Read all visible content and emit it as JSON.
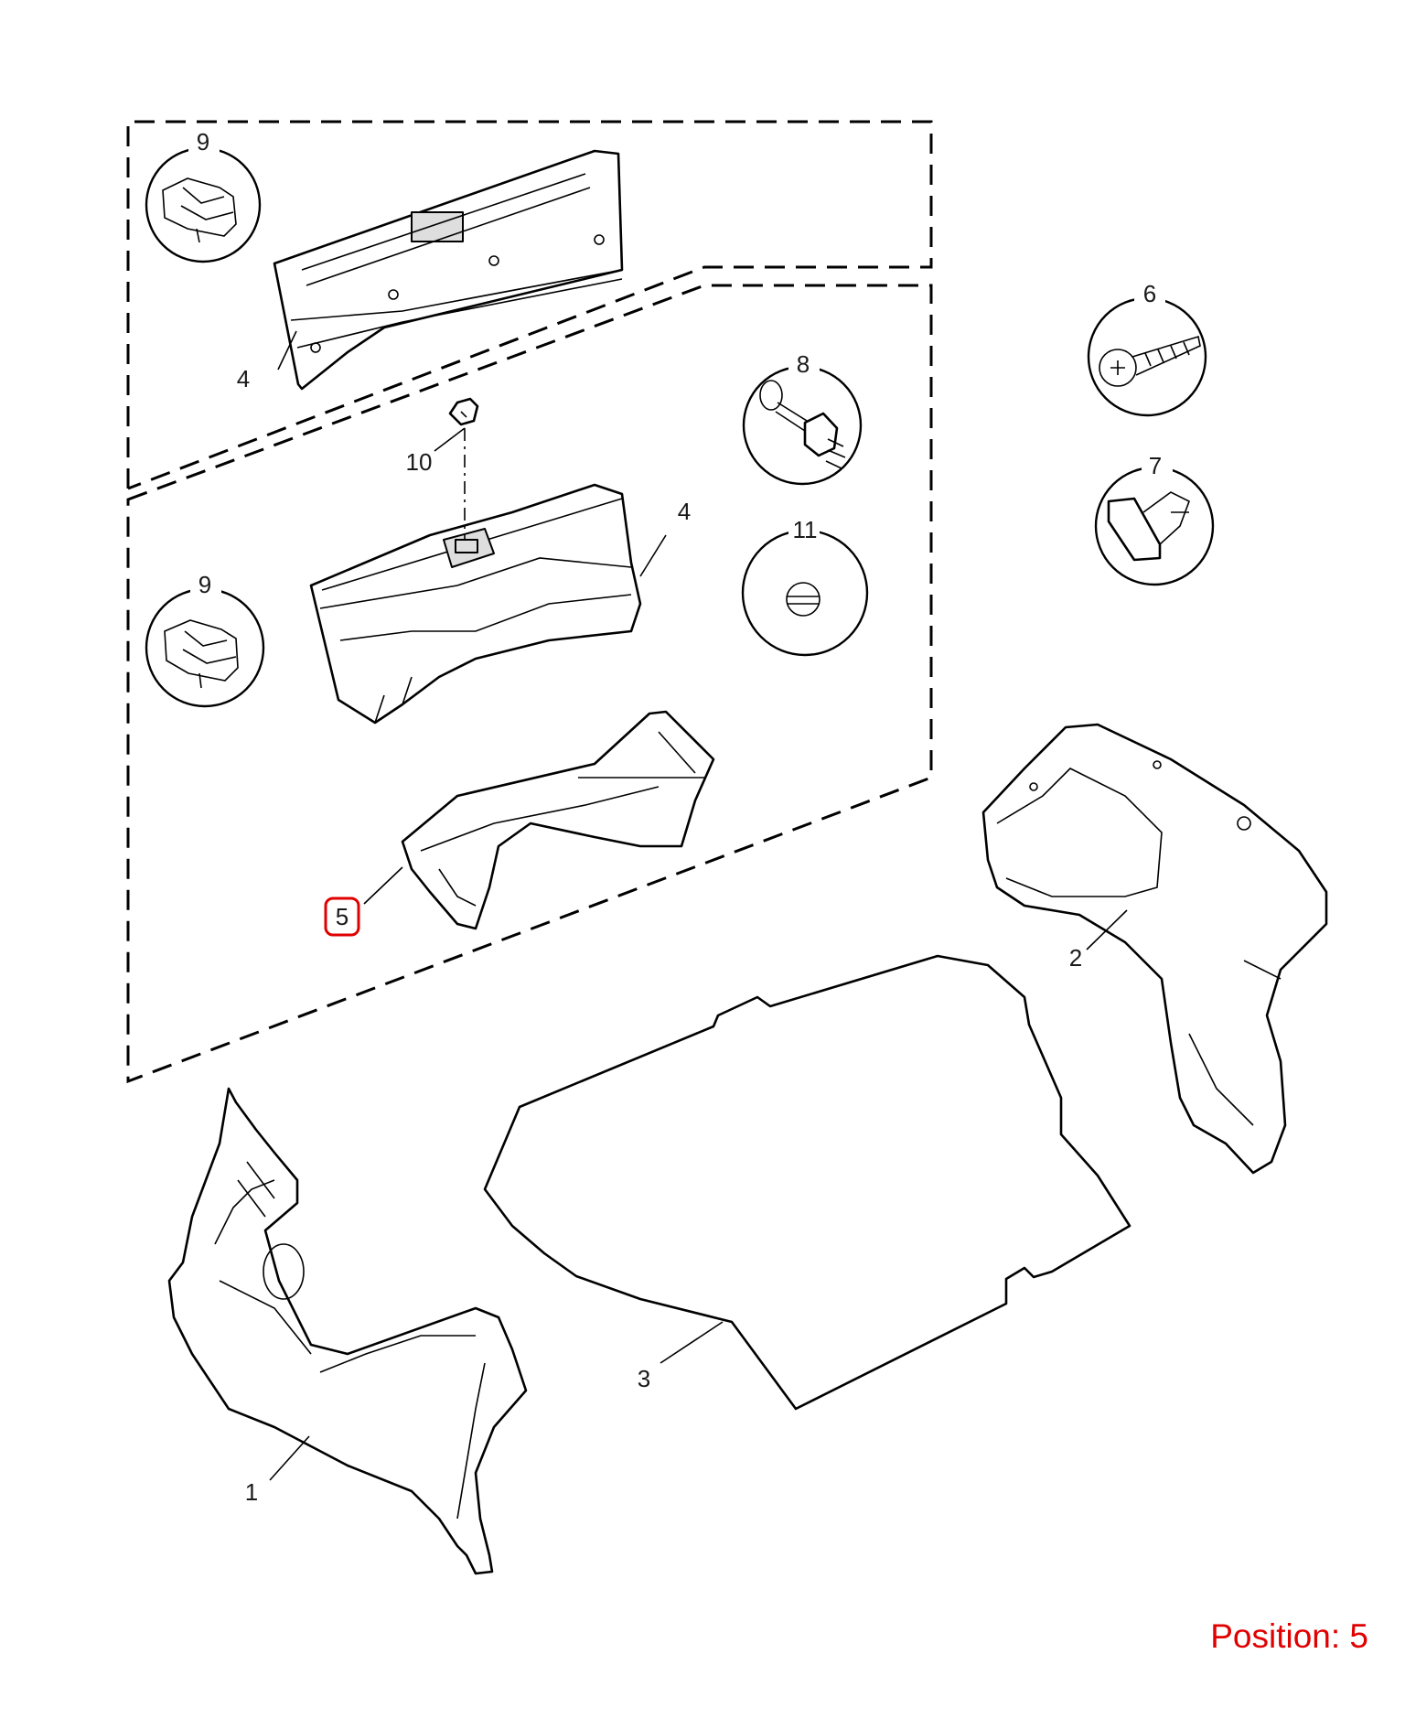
{
  "callouts": {
    "c9_top": "9",
    "c4_top": "4",
    "c10": "10",
    "c8": "8",
    "c6": "6",
    "c7": "7",
    "c4_mid": "4",
    "c11": "11",
    "c9_mid": "9",
    "c5": "5",
    "c2": "2",
    "c3": "3",
    "c1": "1"
  },
  "status": {
    "position_text": "Position: 5"
  },
  "colors": {
    "highlight": "#e00000",
    "line": "#000000"
  }
}
